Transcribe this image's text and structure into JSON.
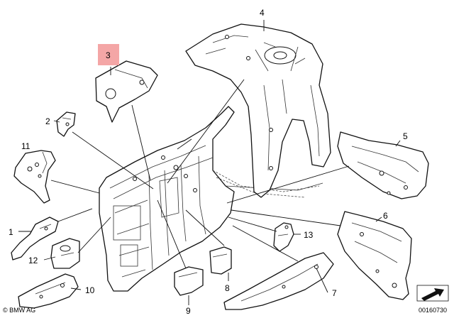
{
  "diagram": {
    "highlighted_part": "3",
    "highlight_color": "#f4a6a6",
    "callouts": [
      "1",
      "2",
      "3",
      "4",
      "5",
      "6",
      "7",
      "8",
      "9",
      "10",
      "11",
      "12",
      "13"
    ]
  },
  "footer": {
    "copyright": "© BMW AG",
    "figure_number": "00160730"
  }
}
